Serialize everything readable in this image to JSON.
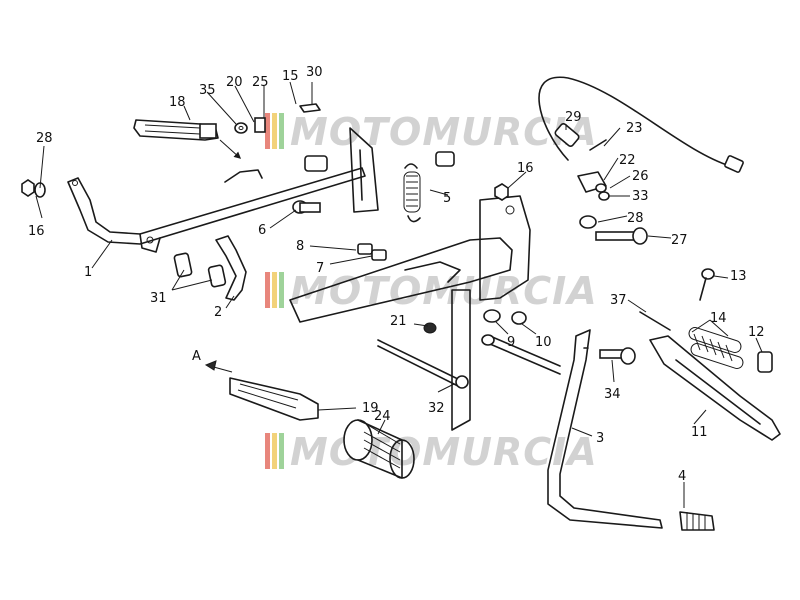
{
  "watermark": {
    "text": "MOTOMURCIA",
    "stripe_colors": [
      "#e8867c",
      "#f2d27a",
      "#9fd39a"
    ]
  },
  "direction_marker": {
    "label": "A"
  },
  "callouts": [
    "1",
    "2",
    "3",
    "4",
    "5",
    "6",
    "7",
    "8",
    "9",
    "10",
    "11",
    "12",
    "13",
    "14",
    "15",
    "16",
    "16",
    "18",
    "19",
    "20",
    "21",
    "22",
    "23",
    "24",
    "25",
    "26",
    "27",
    "28",
    "28",
    "29",
    "30",
    "31",
    "32",
    "33",
    "34",
    "35",
    "37"
  ]
}
